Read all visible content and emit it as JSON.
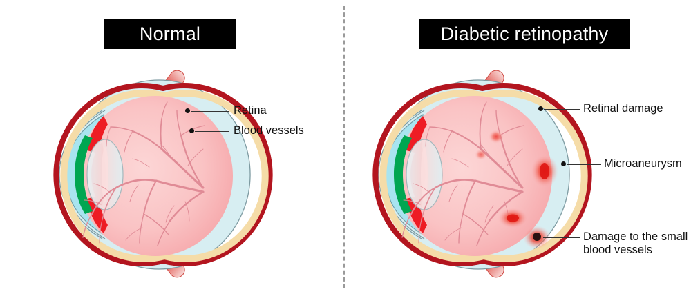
{
  "figure": {
    "type": "medical-comparison-diagram",
    "subject": "Human eye cross-section: normal vs diabetic retinopathy",
    "divider": "vertical dashed line"
  },
  "panels": [
    {
      "id": "normal",
      "title": "Normal",
      "labels": [
        {
          "id": "retina",
          "text": "Retina"
        },
        {
          "id": "blood-vessels",
          "text": "Blood vessels"
        }
      ]
    },
    {
      "id": "diabetic",
      "title": "Diabetic retinopathy",
      "labels": [
        {
          "id": "retinal-damage",
          "text": "Retinal damage"
        },
        {
          "id": "microaneurysm",
          "text": "Microaneurysm"
        },
        {
          "id": "vessel-damage-line1",
          "text": "Damage to the small"
        },
        {
          "id": "vessel-damage-line2",
          "text": "blood vessels"
        }
      ]
    }
  ],
  "colors": {
    "title_plate_bg": "#000000",
    "title_plate_text": "#ffffff",
    "sclera": "#d7eef2",
    "sclera_outline": "#6f8f96",
    "choroid": "#b3151f",
    "retina_layer": "#f5dca8",
    "vitreous": "#f9b9bb",
    "vitreous_center": "#fcd0d0",
    "cornea": "#a8e4f0",
    "iris": "#00a651",
    "anterior_red": "#ee1c24",
    "optic_nerve": "#f2d08a",
    "muscle": "#e0453f",
    "vessel": "#e08b96",
    "hemorrhage": "#e8201c",
    "label_text": "#111111",
    "divider": "#9a9a9a"
  }
}
